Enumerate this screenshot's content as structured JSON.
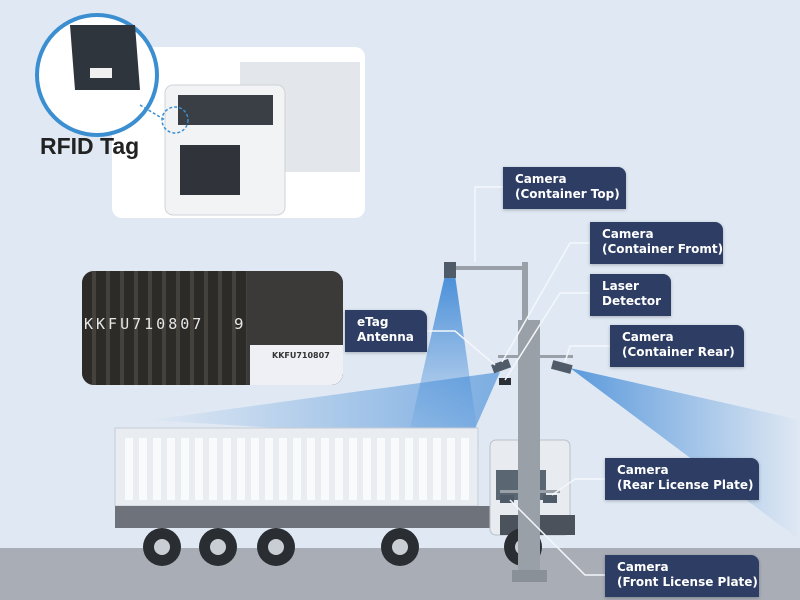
{
  "inset": {
    "rfid_label": "RFID Tag"
  },
  "ocr_photo": {
    "container_number": "KKFU710807",
    "plate_text": "KKFU710807",
    "check_digit": "9"
  },
  "labels": [
    {
      "line1": "Camera",
      "line2": "(Container Top)"
    },
    {
      "line1": "Camera",
      "line2": "(Container Fromt)"
    },
    {
      "line1": "Laser",
      "line2": "Detector"
    },
    {
      "line1": "Camera",
      "line2": "(Container Rear)"
    },
    {
      "line1": "eTag",
      "line2": "Antenna"
    },
    {
      "line1": "Camera",
      "line2": "(Rear License Plate)"
    },
    {
      "line1": "Camera",
      "line2": "(Front License Plate)"
    }
  ],
  "colors": {
    "background": "#dfe8f3",
    "label_bg": "#2d3d63",
    "beam": "#4a90d9",
    "ring": "#3b8fd0",
    "ground": "#a8adb6"
  }
}
